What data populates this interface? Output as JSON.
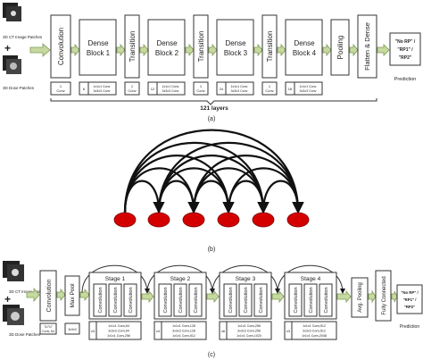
{
  "panel_a": {
    "input_labels": [
      "3D CT Image Patches",
      "3D Dose Patches"
    ],
    "plus": "+",
    "blocks": [
      {
        "label": "Convolution",
        "sub": [
          "1",
          "Conv"
        ]
      },
      {
        "label": "Dense Block 1",
        "count": "6",
        "sub": [
          "1x1x1 Conv",
          "3x3x3 Conv"
        ]
      },
      {
        "label": "Transition",
        "sub": [
          "1",
          "Conv"
        ]
      },
      {
        "label": "Dense Block 2",
        "count": "12",
        "sub": [
          "1x1x1 Conv",
          "3x3x3 Conv"
        ]
      },
      {
        "label": "Transition",
        "sub": [
          "1",
          "Conv"
        ]
      },
      {
        "label": "Dense Block 3",
        "count": "24",
        "sub": [
          "1x1x1 Conv",
          "3x3x3 Conv"
        ]
      },
      {
        "label": "Transition",
        "sub": [
          "1",
          "Conv"
        ]
      },
      {
        "label": "Dense Block 4",
        "count": "16",
        "sub": [
          "1x1x1 Conv",
          "3x3x3 Conv"
        ]
      },
      {
        "label": "Pooling"
      },
      {
        "label": "Flatten & Dense"
      }
    ],
    "output": [
      "\"No RP\" /",
      "\"RP1\" /",
      "\"RP2\""
    ],
    "prediction": "Prediction",
    "layers": "121 layers",
    "caption": "(a)"
  },
  "panel_b": {
    "caption": "(b)"
  },
  "panel_c": {
    "input_labels": [
      "3D CT Image Patches",
      "3D Dose Patches"
    ],
    "plus": "+",
    "conv": {
      "label": "Convolution",
      "sub": [
        "7x7x7",
        "Conv, 64"
      ]
    },
    "maxpool": {
      "label": "Max Pool",
      "sub": [
        "3x3x3"
      ]
    },
    "stages": [
      {
        "title": "Stage 1",
        "count": "x3",
        "sub": [
          "1x1x1 Conv,64",
          "3x3x3 Conv,64",
          "1x1x1 Conv,256"
        ]
      },
      {
        "title": "Stage 2",
        "count": "x4",
        "sub": [
          "1x1x1 Conv,128",
          "3x3x3 Conv,128",
          "1x1x1 Conv,512"
        ]
      },
      {
        "title": "Stage 3",
        "count": "x6",
        "sub": [
          "1x1x1 Conv,256",
          "3x3x3 Conv,256",
          "1x1x1 Conv,1024"
        ]
      },
      {
        "title": "Stage 4",
        "count": "x3",
        "sub": [
          "1x1x1 Conv,512",
          "3x3x3 Conv,512",
          "1x1x1 Conv,2048"
        ]
      }
    ],
    "inner_label": "Convolution",
    "avgpool": "Avg. Pooling",
    "fc": "Fully Connected",
    "output": [
      "\"No RP\" /",
      "\"RP1\" /",
      "\"RP2\""
    ],
    "prediction": "Prediction",
    "caption": "(c)"
  }
}
